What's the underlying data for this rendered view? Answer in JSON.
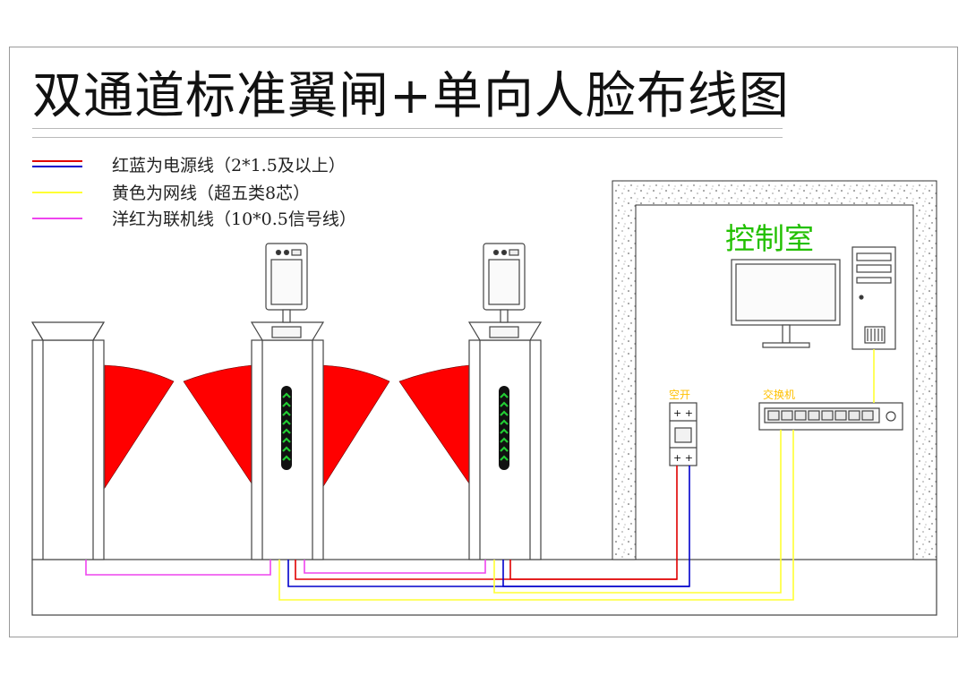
{
  "title": "双通道标准翼闸+单向人脸布线图",
  "legend": [
    {
      "text": "红蓝为电源线（2*1.5及以上）",
      "colors": [
        "#e00000",
        "#0000cc"
      ]
    },
    {
      "text": "黄色为网线（超五类8芯）",
      "colors": [
        "#ffff33"
      ]
    },
    {
      "text": "洋红为联机线（10*0.5信号线）",
      "colors": [
        "#ee44ee"
      ]
    }
  ],
  "control_room": {
    "label": "控制室",
    "label_color": "#22c000"
  },
  "devices": {
    "breaker_label": "空开",
    "switch_label": "交换机",
    "label_color": "#ffc000"
  },
  "colors": {
    "power_red": "#e00000",
    "power_blue": "#0000cc",
    "network": "#ffff33",
    "signal": "#ee44ee",
    "flap": "#ff0000",
    "indicator": "#22cc33"
  }
}
